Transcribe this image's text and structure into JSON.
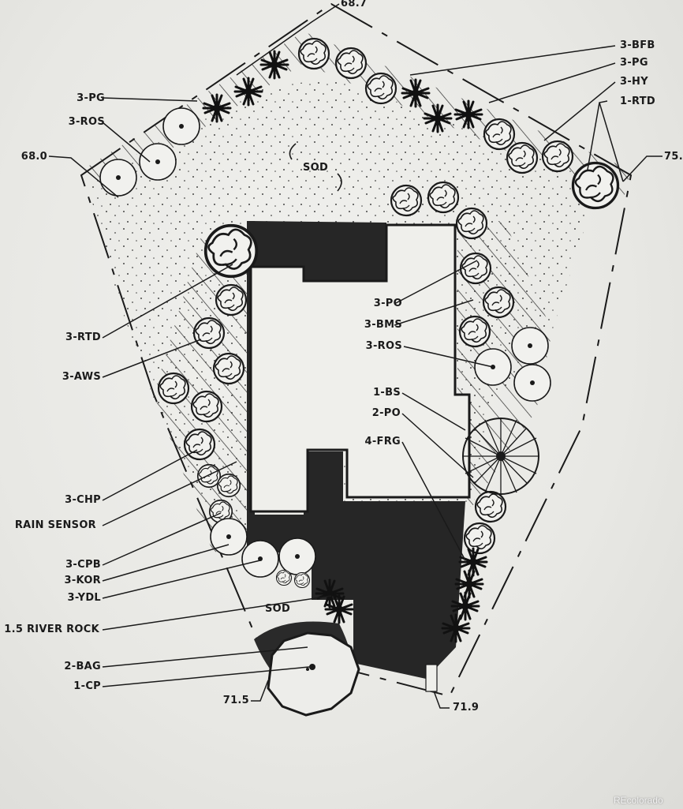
{
  "colors": {
    "paper": "#ebebe7",
    "ink": "#1a1a1a",
    "fill": "#262626"
  },
  "labels": {
    "elev_top": "68.7",
    "elev_left": "68.0",
    "elev_right": "75.",
    "elev_bottom_left": "71.5",
    "elev_bottom_right": "71.9",
    "bfb": "3-BFB",
    "pg_right": "3-PG",
    "hy": "3-HY",
    "rtd_top": "1-RTD",
    "pg_left": "3-PG",
    "ros_left": "3-ROS",
    "sod_top": "SOD",
    "rtd_left": "3-RTD",
    "aws": "3-AWS",
    "po": "3-PO",
    "bms": "3-BMS",
    "ros_right": "3-ROS",
    "bs": "1-BS",
    "po2": "2-PO",
    "frg": "4-FRG",
    "chp": "3-CHP",
    "rain_sensor": "RAIN SENSOR",
    "cpb": "3-CPB",
    "kor": "3-KOR",
    "ydl": "3-YDL",
    "river_rock": "1.5 RIVER ROCK",
    "sod_bottom": "SOD",
    "bag": "2-BAG",
    "cp": "1-CP"
  },
  "watermark": "REcolorado"
}
